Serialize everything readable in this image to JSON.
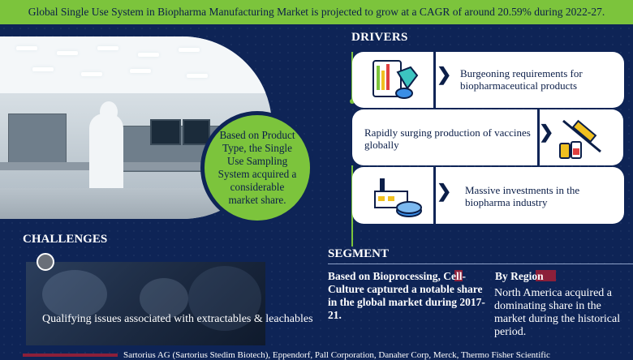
{
  "header": {
    "title": "Global Single Use System in Biopharma Manufacturing Market is projected to grow at a CAGR of around 20.59% during 2022-27."
  },
  "highlight": {
    "text": "Based on Product Type, the Single Use Sampling System acquired a considerable market share."
  },
  "drivers": {
    "title": "DRIVERS",
    "items": [
      {
        "text": "Burgeoning requirements for biopharmaceutical products",
        "icon": "biopharma-lab-icon"
      },
      {
        "text": "Rapidly surging production of vaccines globally",
        "icon": "vaccine-syringe-icon"
      },
      {
        "text": "Massive investments in the biopharma industry",
        "icon": "factory-investment-icon"
      }
    ]
  },
  "challenges": {
    "title": "CHALLENGES",
    "text": "Qualifying issues associated with extractables & leachables"
  },
  "segment": {
    "title": "SEGMENT",
    "left_text": "Based on Bioprocessing, Cell-Culture captured a notable share in the global market during 2017-21.",
    "right_heading": "By Region",
    "right_text": "North America acquired a dominating share in the market during the historical period."
  },
  "footer": {
    "text": "Sartorius AG (Sartorius Stedim Biotech), Eppendorf, Pall Corporation, Danaher Corp, Merck, Thermo Fisher Scientific"
  },
  "colors": {
    "background": "#0e2456",
    "accent_green": "#7cc43c",
    "accent_red": "#8c1f3a"
  }
}
